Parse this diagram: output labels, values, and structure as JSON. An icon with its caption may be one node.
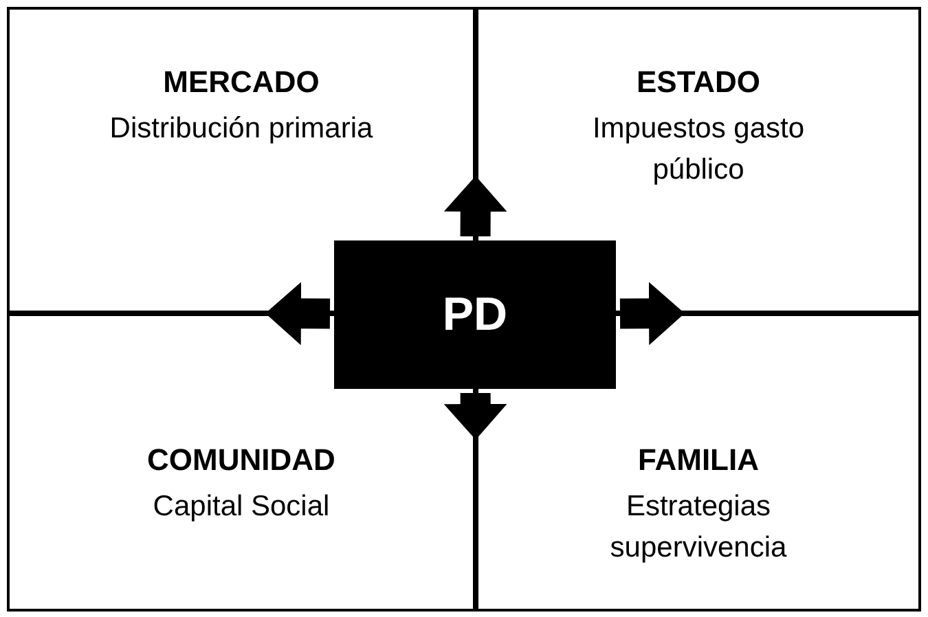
{
  "diagram": {
    "nodes": [
      {
        "text": [
          "MERCADO",
          "Distribución primaria"
        ]
      },
      {
        "text": [
          "ESTADO",
          "Impuestos gasto público"
        ]
      },
      {
        "text": [
          "PD"
        ]
      },
      {
        "text": [
          "COMUNIDAD",
          "Capital Social"
        ]
      },
      {
        "text": [
          "FAMILIA",
          "Estrategias supervivencia"
        ]
      }
    ],
    "edges": [
      {
        "from": 2,
        "to": 1,
        "arrow": "to"
      },
      {
        "from": 2,
        "to": 3,
        "arrow": "to"
      },
      {
        "from": 2,
        "to": 4,
        "arrow": "to"
      },
      {
        "from": 2,
        "to": 4,
        "arrow": "to"
      }
    ]
  }
}
